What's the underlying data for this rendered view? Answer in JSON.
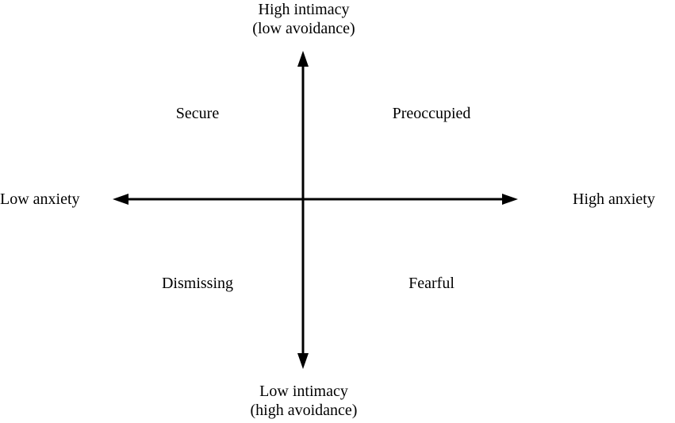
{
  "axes": {
    "top": {
      "line1": "High intimacy",
      "line2": "(low avoidance)"
    },
    "bottom": {
      "line1": "Low intimacy",
      "line2": "(high avoidance)"
    },
    "left": "Low anxiety",
    "right": "High anxiety"
  },
  "quadrants": {
    "top_left": "Secure",
    "top_right": "Preoccupied",
    "bottom_left": "Dismissing",
    "bottom_right": "Fearful"
  },
  "colors": {
    "line": "#000000",
    "background": "#ffffff"
  }
}
